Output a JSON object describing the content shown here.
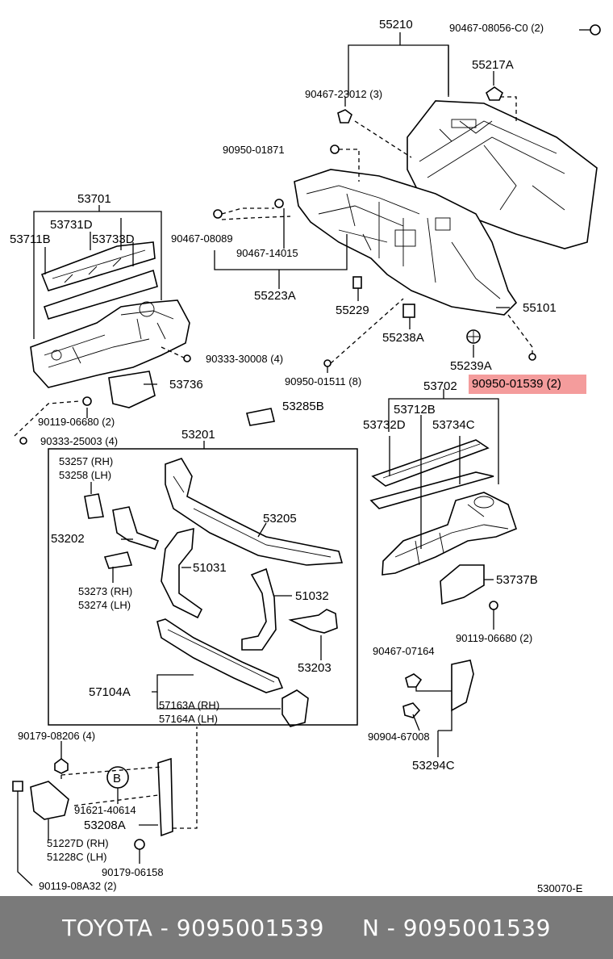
{
  "highlighted_part": "90950-01539 (2)",
  "footer": {
    "left": "TOYOTA - 9095001539",
    "right": "N - 9095001539"
  },
  "labels": {
    "l55210": "55210",
    "l90467_08056": "90467-08056-C0 (2)",
    "l55217A": "55217A",
    "l90467_23012": "90467-23012 (3)",
    "l90950_01871": "90950-01871",
    "l53701": "53701",
    "l53731D": "53731D",
    "l53711B": "53711B",
    "l53733D": "53733D",
    "l90467_08089": "90467-08089",
    "l90467_14015": "90467-14015",
    "l55223A": "55223A",
    "l55229": "55229",
    "l55101": "55101",
    "l55238A": "55238A",
    "l90333_30008": "90333-30008 (4)",
    "l55239A": "55239A",
    "l90950_01511": "90950-01511 (8)",
    "l53702": "53702",
    "l53736": "53736",
    "l53285B": "53285B",
    "l90119_06680a": "90119-06680 (2)",
    "l53712B": "53712B",
    "l53732D": "53732D",
    "l53734C": "53734C",
    "l90333_25003": "90333-25003 (4)",
    "l53201": "53201",
    "l53257": "53257 (RH)",
    "l53258": "53258 (LH)",
    "l53205": "53205",
    "l53202": "53202",
    "l51031": "51031",
    "l53273": "53273 (RH)",
    "l53274": "53274 (LH)",
    "l51032": "51032",
    "l53737B": "53737B",
    "l90119_06680b": "90119-06680 (2)",
    "l53203": "53203",
    "l90467_07164": "90467-07164",
    "l57104A": "57104A",
    "l57163A": "57163A (RH)",
    "l57164A": "57164A (LH)",
    "l90179_08206": "90179-08206 (4)",
    "l90904_67008": "90904-67008",
    "l53294C": "53294C",
    "lB": "B",
    "l91621_40614": "91621-40614",
    "l53208A": "53208A",
    "l51227D": "51227D (RH)",
    "l51228C": "51228C (LH)",
    "l90179_06158": "90179-06158",
    "l90119_08A32": "90119-08A32 (2)",
    "l530070": "530070-E"
  }
}
